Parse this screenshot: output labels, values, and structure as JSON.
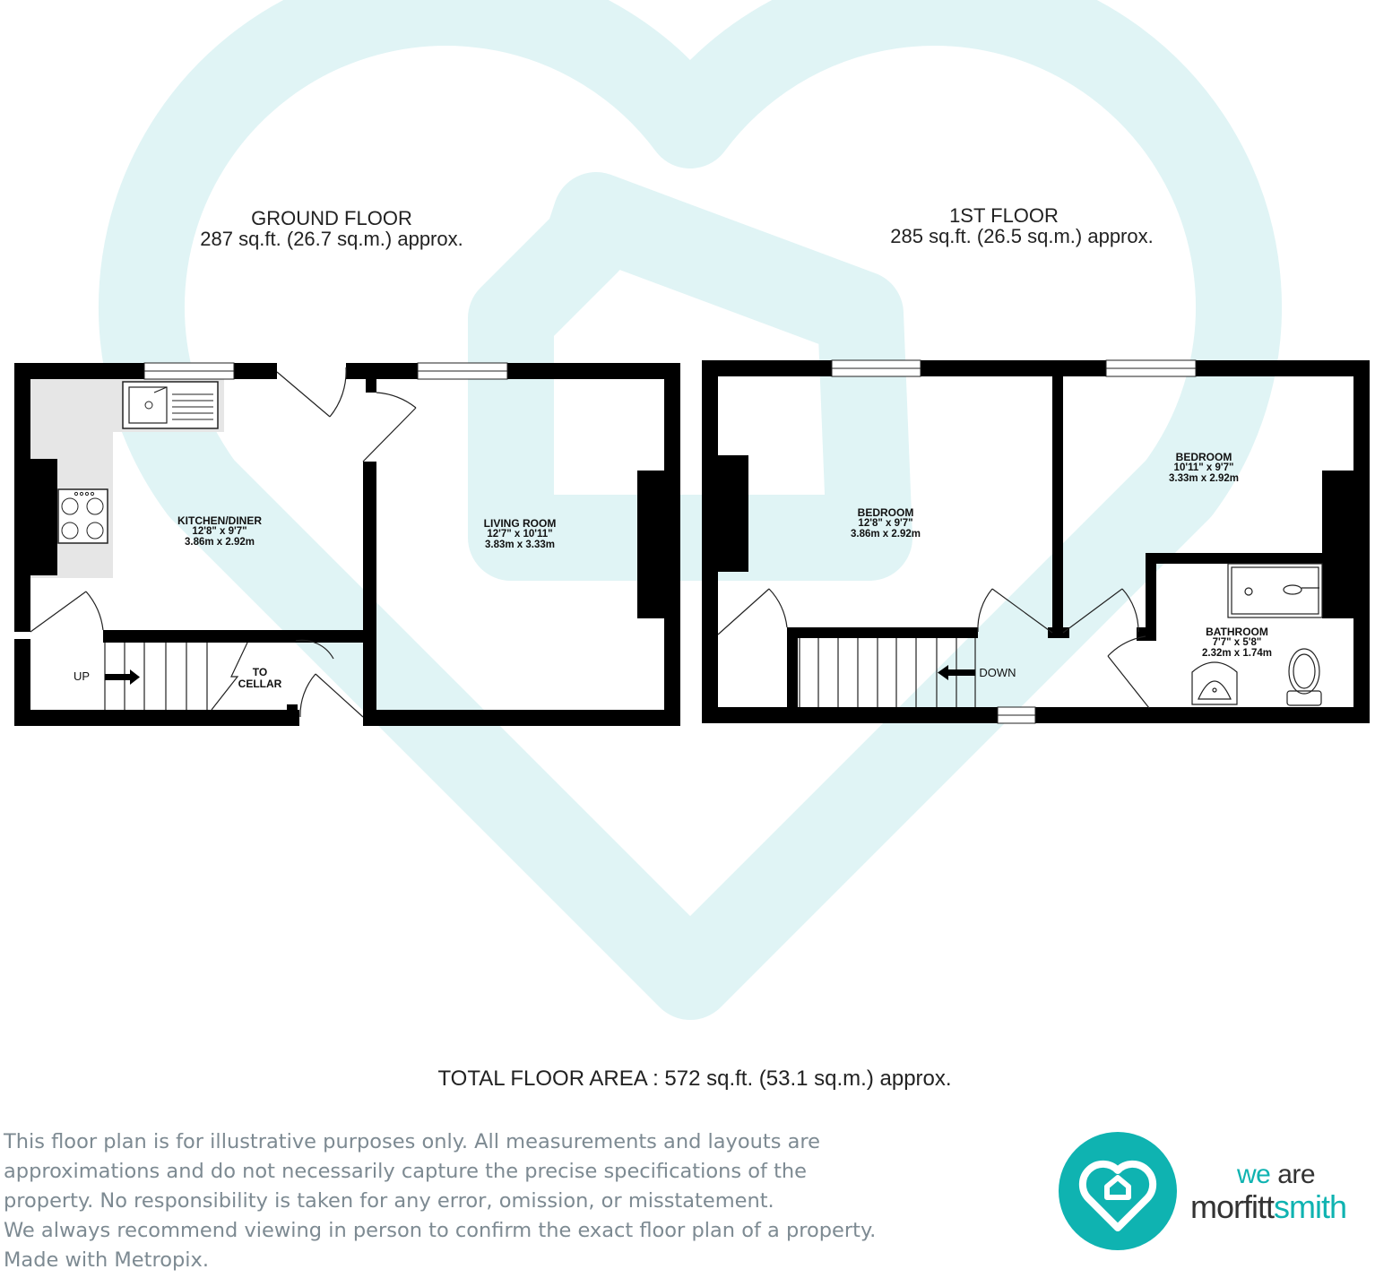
{
  "ground_floor": {
    "title": "GROUND FLOOR",
    "area": "287 sq.ft. (26.7 sq.m.) approx.",
    "rooms": [
      {
        "name": "KITCHEN/DINER",
        "imperial": "12'8\"  x 9'7\"",
        "metric": "3.86m  x 2.92m"
      },
      {
        "name": "LIVING ROOM",
        "imperial": "12'7\"  x 10'11\"",
        "metric": "3.83m  x 3.33m"
      }
    ],
    "up_label": "UP",
    "cellar_label_1": "TO",
    "cellar_label_2": "CELLAR"
  },
  "first_floor": {
    "title": "1ST FLOOR",
    "area": "285 sq.ft. (26.5 sq.m.) approx.",
    "rooms": [
      {
        "name": "BEDROOM",
        "imperial": "12'8\"  x 9'7\"",
        "metric": "3.86m  x 2.92m"
      },
      {
        "name": "BEDROOM",
        "imperial": "10'11\"  x 9'7\"",
        "metric": "3.33m  x 2.92m"
      },
      {
        "name": "BATHROOM",
        "imperial": "7'7\"  x 5'8\"",
        "metric": "2.32m  x 1.74m"
      }
    ],
    "down_label": "DOWN"
  },
  "total_area": "TOTAL FLOOR AREA : 572 sq.ft. (53.1 sq.m.) approx.",
  "disclaimer": [
    "This floor plan is for illustrative purposes only. All measurements and layouts are",
    "approximations and do not necessarily capture the precise specifications of the",
    "property. No responsibility is taken for any error, omission, or misstatement.",
    "We always recommend viewing in person to confirm the exact floor plan of a property.",
    "Made with Metropix."
  ],
  "brand": {
    "line1_a": "we",
    "line1_b": " are",
    "line2_a": "morfitt",
    "line2_b": "smith",
    "accent_color": "#0fb3b1",
    "watermark_color": "#e0f4f5",
    "logo_icon": "heart-house-icon"
  }
}
